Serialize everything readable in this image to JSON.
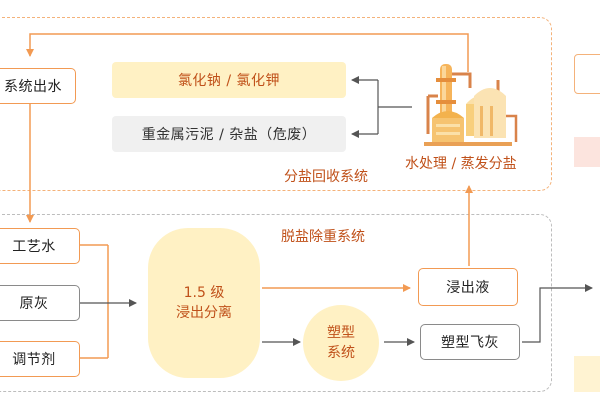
{
  "salt_recovery": {
    "title": "分盐回收系统",
    "products": [
      "氯化钠 / 氯化钾",
      "重金属污泥 / 杂盐（危废）"
    ],
    "treatment_label": "水处理 / 蒸发分盐",
    "outlet_label": "系统出水"
  },
  "desalination": {
    "title": "脱盐除重系统",
    "inputs": [
      "工艺水",
      "原灰",
      "调节剂"
    ],
    "leach_unit": {
      "line1": "1.5 级",
      "line2": "浸出分离"
    },
    "plastic_unit": {
      "line1": "塑型",
      "line2": "系统"
    },
    "leachate_label": "浸出液",
    "product_label": "塑型飞灰"
  },
  "icons": {
    "plant": "evaporation-tower-icon"
  },
  "colors": {
    "accent": "#f29a53",
    "fill_yellow": "#fff1c4",
    "grey": "#8a8a8a",
    "text_orange": "#c0511a"
  }
}
